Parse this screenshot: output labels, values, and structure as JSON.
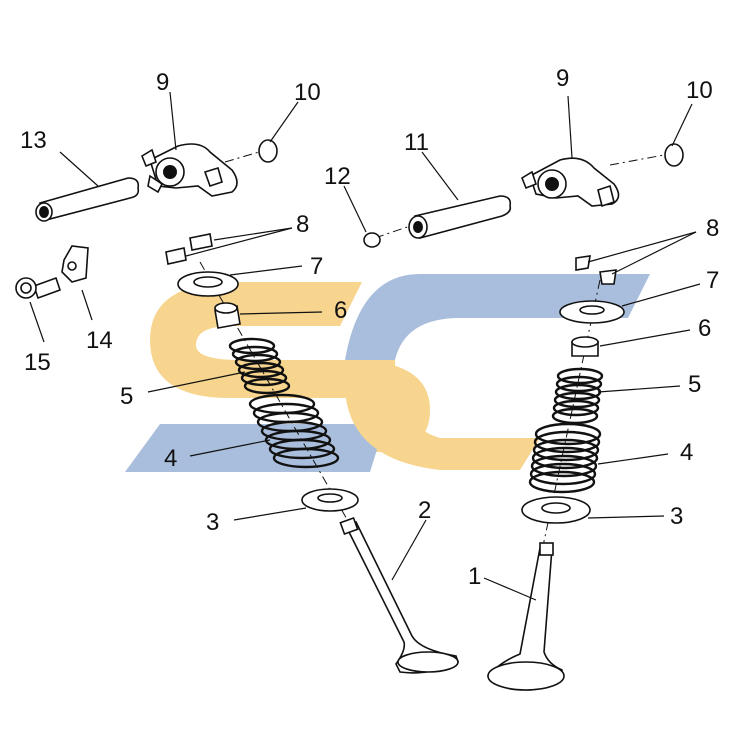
{
  "watermark": {
    "colors": {
      "yellow": "#F7D58E",
      "blue": "#A9BEDC"
    },
    "description_icon": "sc-logo-watermark"
  },
  "callouts": [
    {
      "id": "c1",
      "text": "1"
    },
    {
      "id": "c2",
      "text": "2"
    },
    {
      "id": "c3a",
      "text": "3"
    },
    {
      "id": "c3b",
      "text": "3"
    },
    {
      "id": "c4a",
      "text": "4"
    },
    {
      "id": "c4b",
      "text": "4"
    },
    {
      "id": "c5a",
      "text": "5"
    },
    {
      "id": "c5b",
      "text": "5"
    },
    {
      "id": "c6a",
      "text": "6"
    },
    {
      "id": "c6b",
      "text": "6"
    },
    {
      "id": "c7a",
      "text": "7"
    },
    {
      "id": "c7b",
      "text": "7"
    },
    {
      "id": "c8a",
      "text": "8"
    },
    {
      "id": "c8b",
      "text": "8"
    },
    {
      "id": "c9a",
      "text": "9"
    },
    {
      "id": "c9b",
      "text": "9"
    },
    {
      "id": "c10a",
      "text": "10"
    },
    {
      "id": "c10b",
      "text": "10"
    },
    {
      "id": "c11",
      "text": "11"
    },
    {
      "id": "c12",
      "text": "12"
    },
    {
      "id": "c13",
      "text": "13"
    },
    {
      "id": "c14",
      "text": "14"
    },
    {
      "id": "c15",
      "text": "15"
    }
  ]
}
